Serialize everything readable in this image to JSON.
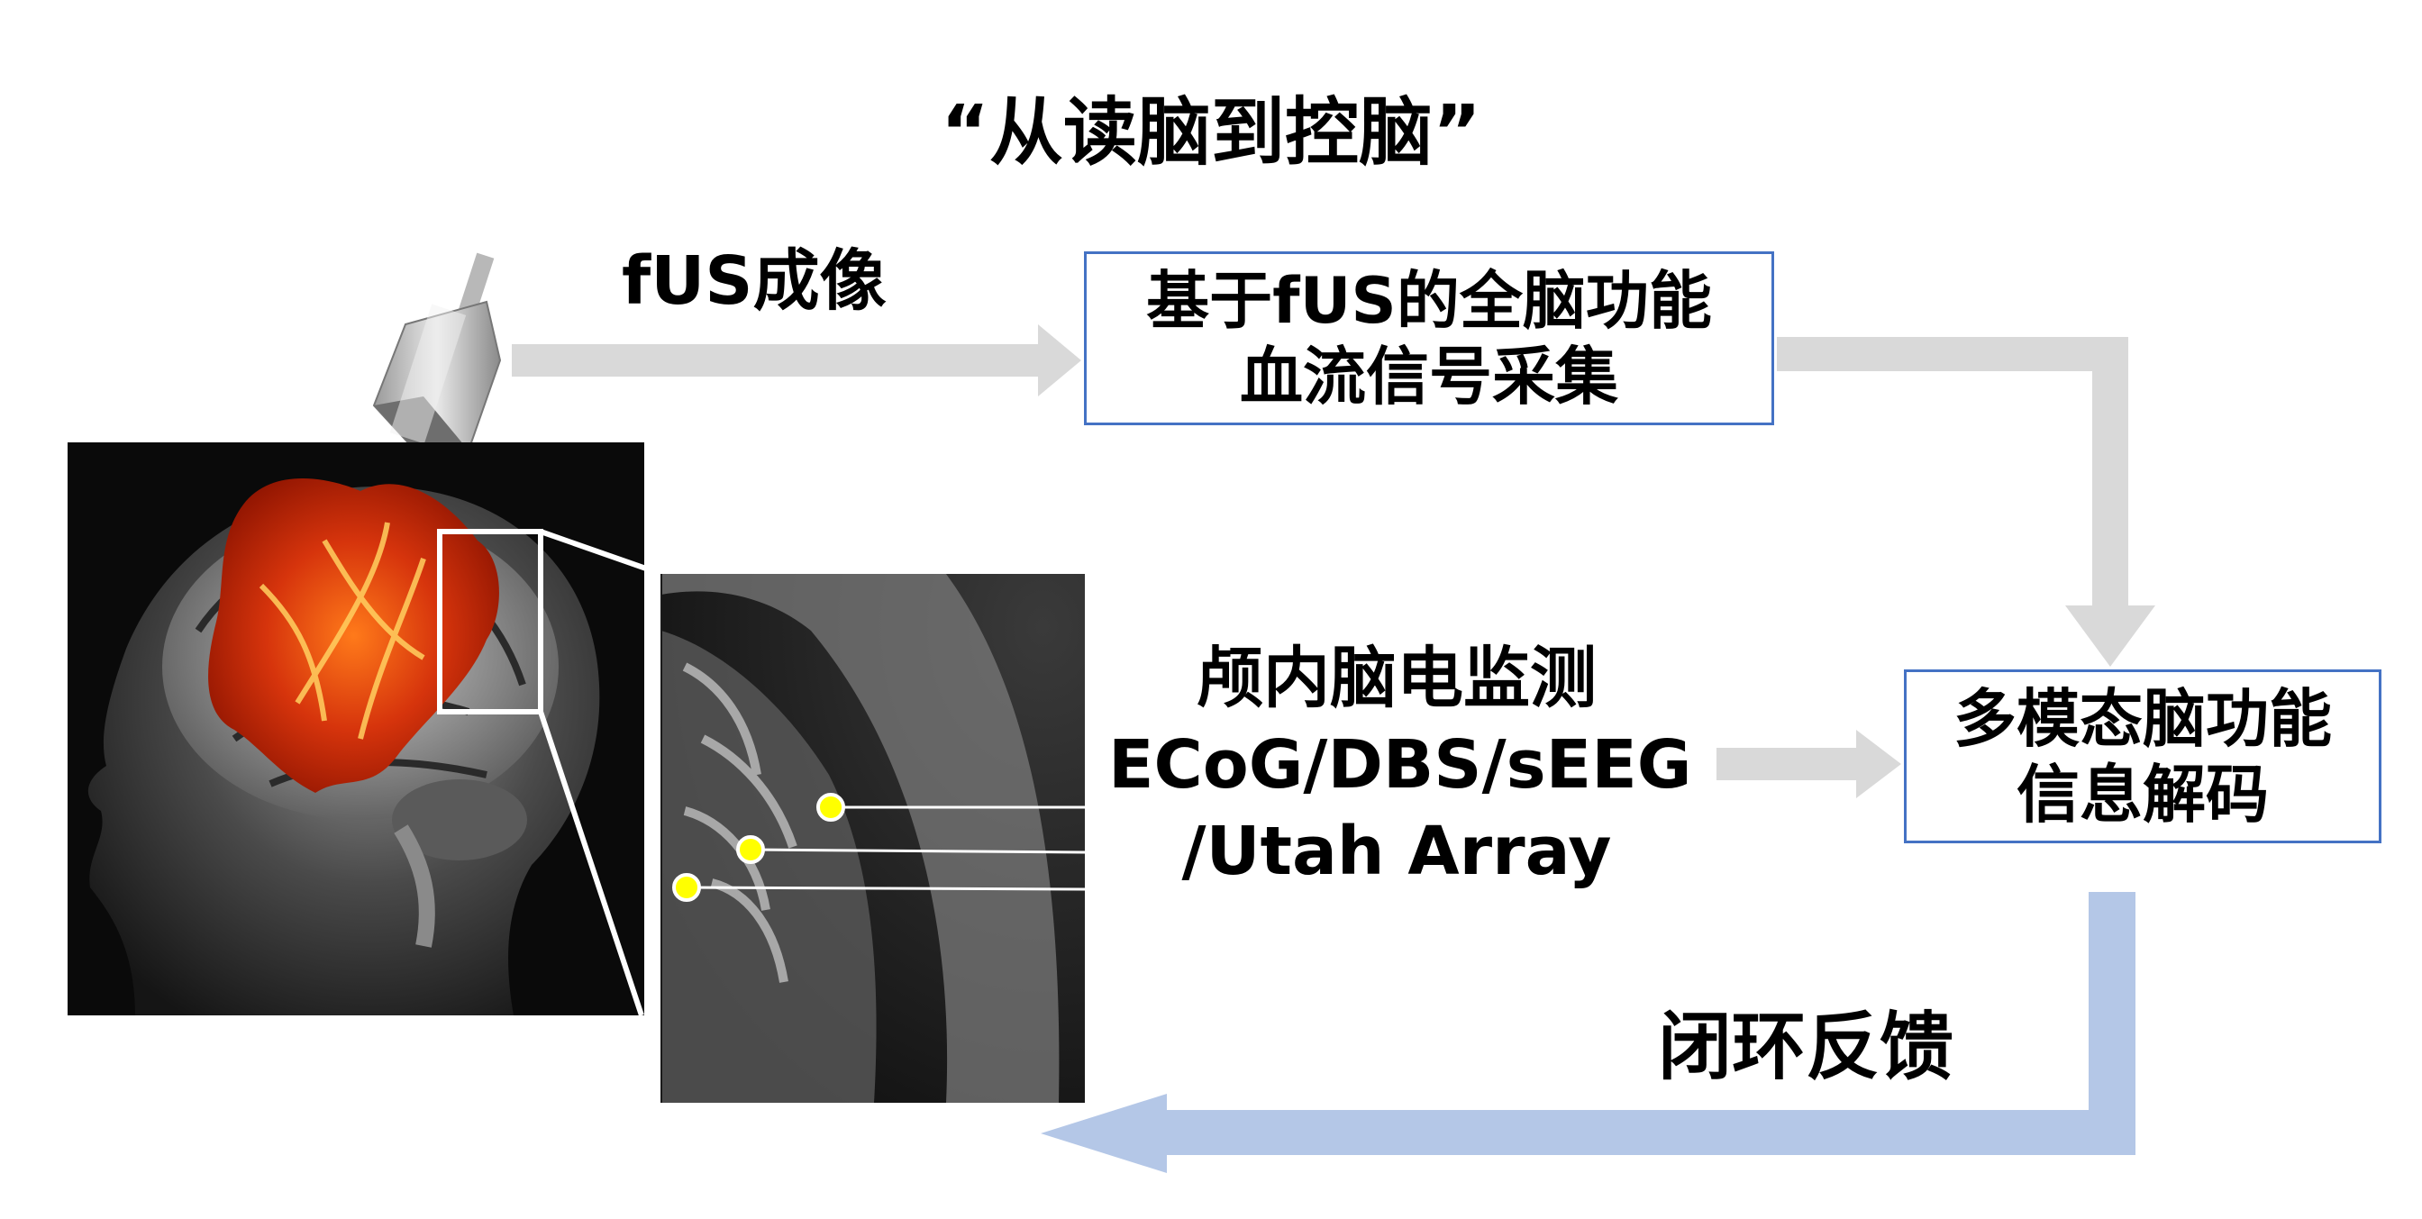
{
  "title": "“从读脑到控脑”",
  "fus_imaging_label": "fUS成像",
  "box_fus": {
    "line1": "基于fUS的全脑功能",
    "line2": "血流信号采集"
  },
  "ecog": {
    "line1": "颅内脑电监测",
    "line2": "ECoG/DBS/sEEG",
    "line3": "/Utah Array"
  },
  "box_decode": {
    "line1": "多模态脑功能",
    "line2": "信息解码"
  },
  "closed_loop_label": "闭环反馈",
  "colors": {
    "gray_arrow": "#d9d9d9",
    "blue_arrow": "#b4c7e7",
    "box_border": "#4472c4",
    "electrode": "#ffff00",
    "fus_overlay": "#c62a08"
  },
  "icons": [
    "ultrasound-probe-icon",
    "brain-head-image",
    "brain-zoom-image",
    "electrode-icon"
  ]
}
